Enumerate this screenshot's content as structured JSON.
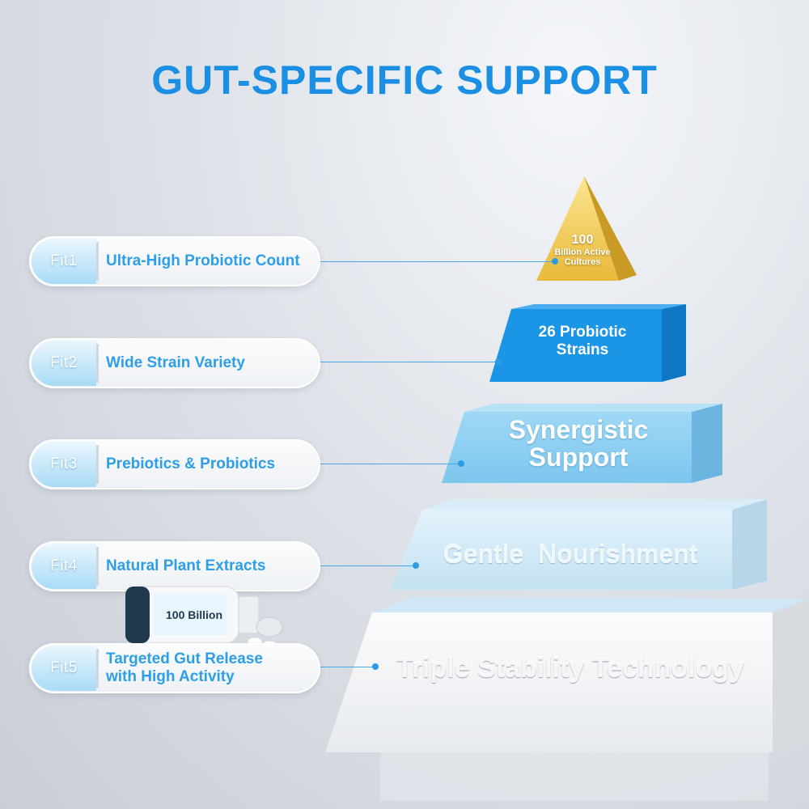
{
  "title": "GUT-SPECIFIC SUPPORT",
  "fits": [
    {
      "tag": "Fit1",
      "text": "Ultra-High Probiotic Count"
    },
    {
      "tag": "Fit2",
      "text": "Wide Strain Variety"
    },
    {
      "tag": "Fit3",
      "text": "Prebiotics & Probiotics"
    },
    {
      "tag": "Fit4",
      "text": "Natural Plant Extracts"
    },
    {
      "tag": "Fit5",
      "text_line1": "Targeted Gut Release",
      "text_line2": "with High Activity"
    }
  ],
  "pyramid": {
    "tier1_line1": "100",
    "tier1_line2": "Billion Active",
    "tier1_line3": "Cultures",
    "tier2_line1": "26 Probiotic",
    "tier2_line2": "Strains",
    "tier3_line1": "Synergistic",
    "tier3_line2": "Support",
    "tier4": "Gentle  Nourishment",
    "tier5": "Triple Stability Technology"
  },
  "bottle_label": "100 Billion",
  "colors": {
    "accent": "#1a8fe3",
    "gold": "#f2c94c",
    "tier2": "#1b95e6",
    "tier3": "#8fd0f2",
    "tier4": "#d3e9f5",
    "tier5": "#f3f4f6"
  }
}
